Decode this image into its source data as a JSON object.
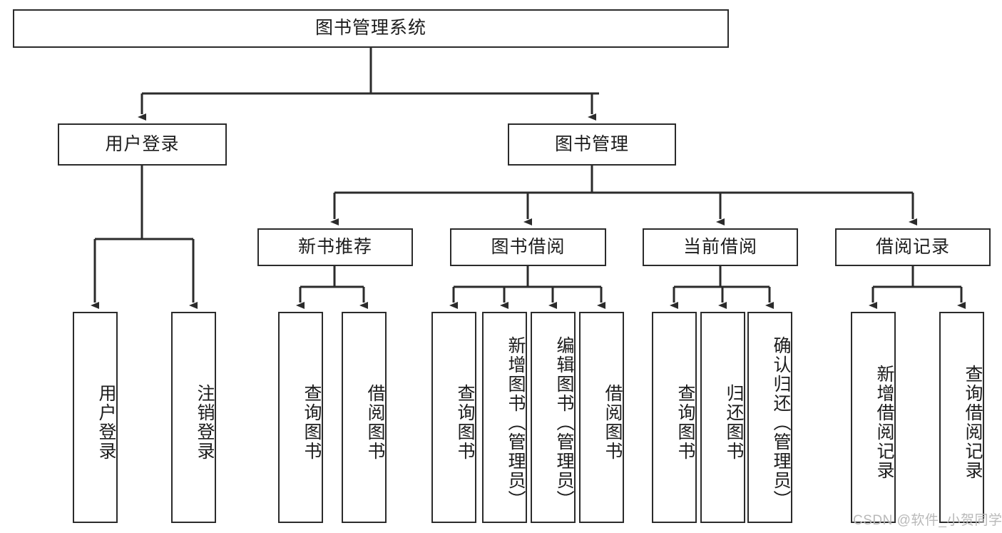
{
  "diagram": {
    "kind": "tree-hierarchy-chart",
    "title": "图书管理系统",
    "root": {
      "label": "图书管理系统"
    },
    "level2": [
      {
        "label": "用户登录"
      },
      {
        "label": "图书管理"
      }
    ],
    "level3": [
      {
        "label": "新书推荐"
      },
      {
        "label": "图书借阅"
      },
      {
        "label": "当前借阅"
      },
      {
        "label": "借阅记录"
      }
    ],
    "leaves": [
      {
        "label": "用户登录"
      },
      {
        "label": "注销登录"
      },
      {
        "label": "查询图书"
      },
      {
        "label": "借阅图书"
      },
      {
        "label": "查询图书"
      },
      {
        "label": "新增图书（管理员）"
      },
      {
        "label": "编辑图书（管理员）"
      },
      {
        "label": "借阅图书"
      },
      {
        "label": "查询图书"
      },
      {
        "label": "归还图书"
      },
      {
        "label": "确认归还（管理员）"
      },
      {
        "label": "新增借阅记录"
      },
      {
        "label": "查询借阅记录"
      }
    ],
    "watermark": "CSDN @软件_小贺同学",
    "colors": {
      "stroke": "#2b2b2b",
      "fill": "#ffffff",
      "text": "#1c1c1c",
      "watermark": "#b9b9b9"
    }
  }
}
